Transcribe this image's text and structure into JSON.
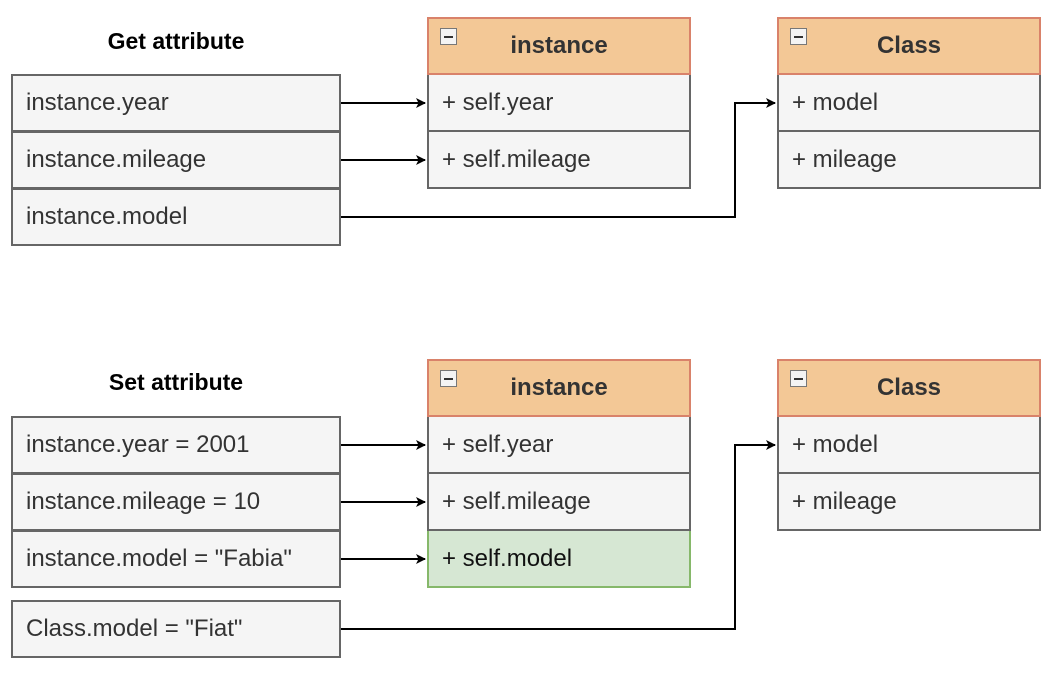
{
  "get_section": {
    "heading": "Get attribute",
    "expressions": [
      "instance.year",
      "instance.mileage",
      "instance.model"
    ],
    "instance_box": {
      "title": "instance",
      "attributes": [
        "+ self.year",
        "+ self.mileage"
      ]
    },
    "class_box": {
      "title": "Class",
      "attributes": [
        "+ model",
        "+ mileage"
      ]
    }
  },
  "set_section": {
    "heading": "Set attribute",
    "expressions": [
      "instance.year = 2001",
      "instance.mileage = 10",
      "instance.model = \"Fabia\""
    ],
    "class_expression": "Class.model = \"Fiat\"",
    "instance_box": {
      "title": "instance",
      "attributes": [
        "+ self.year",
        "+ self.mileage",
        "+ self.model"
      ]
    },
    "class_box": {
      "title": "Class",
      "attributes": [
        "+ model",
        "+ mileage"
      ]
    }
  },
  "colors": {
    "header_fill": "#f3c896",
    "header_border": "#d9826a",
    "cell_fill": "#f5f5f5",
    "new_attribute_fill": "#d6e7d3",
    "new_attribute_border": "#86b86a"
  },
  "icons": {
    "collapse": "minus-square-icon"
  }
}
